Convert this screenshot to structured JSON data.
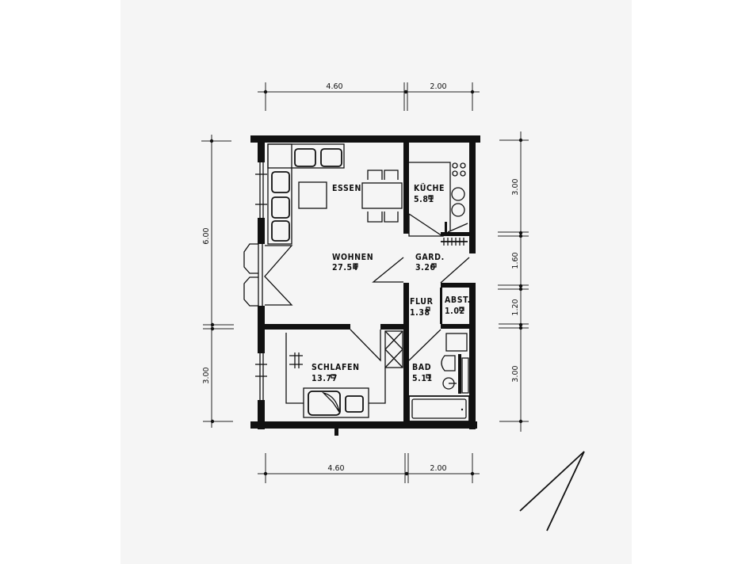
{
  "drawing": {
    "type": "floor-plan",
    "rooms": [
      {
        "id": "essen",
        "name": "ESSEN",
        "area": ""
      },
      {
        "id": "wohnen",
        "name": "WOHNEN",
        "area": "27.54"
      },
      {
        "id": "kueche",
        "name": "KÜCHE",
        "area": "5.81"
      },
      {
        "id": "gard",
        "name": "GARD.",
        "area": "3.20"
      },
      {
        "id": "flur",
        "name": "FLUR",
        "area": "1.38"
      },
      {
        "id": "abst",
        "name": "ABST.",
        "area": "1.02"
      },
      {
        "id": "schlafen",
        "name": "SCHLAFEN",
        "area": "13.77"
      },
      {
        "id": "bad",
        "name": "BAD",
        "area": "5.11"
      }
    ],
    "area_unit_symbol": "□",
    "dimensions": {
      "top": [
        "4.60",
        "2.00"
      ],
      "bottom": [
        "4.60",
        "2.00"
      ],
      "left": [
        "6.00",
        "3.00"
      ],
      "right": [
        "3.00",
        "1.60",
        "1.20",
        "3.00"
      ]
    },
    "colors": {
      "ink": "#111111",
      "paper": "#f5f5f5",
      "background": "#ffffff"
    }
  }
}
